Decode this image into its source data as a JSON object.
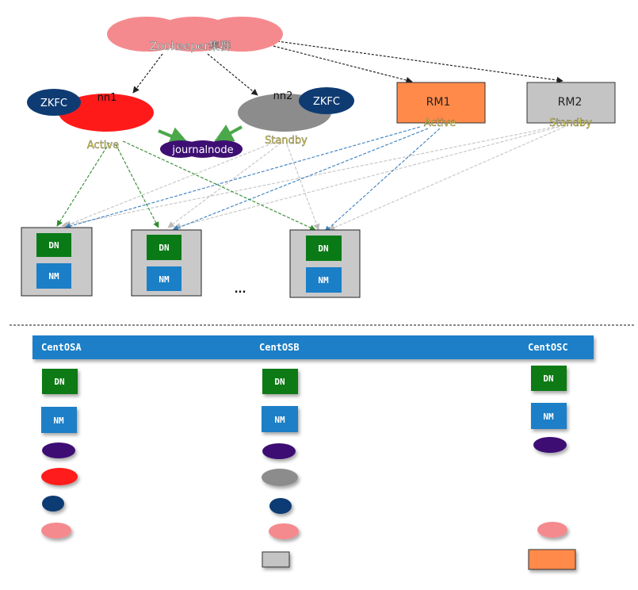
{
  "zookeeper": {
    "label": "Zookeeper集群",
    "color": "#f58a8e"
  },
  "nn1": {
    "name": "nn1",
    "state": "Active",
    "color": "#ff1a1a"
  },
  "nn2": {
    "name": "nn2",
    "state": "Standby",
    "color": "#8c8c8c"
  },
  "zkfc": {
    "label": "ZKFC",
    "color": "#0f3b73"
  },
  "journalnode": {
    "label": "journalnode",
    "color": "#3d0f73"
  },
  "rm1": {
    "name": "RM1",
    "state": "Active",
    "color": "#ff8a4a"
  },
  "rm2": {
    "name": "RM2",
    "state": "Standby",
    "color": "#c4c4c4"
  },
  "node_labels": {
    "dn": "DN",
    "nm": "NM"
  },
  "node_colors": {
    "dn": "#0a7a17",
    "nm": "#1a7fc7",
    "box": "#c9c9c9"
  },
  "ellipsis": "...",
  "state_text_color": "#f0e040",
  "hosts": {
    "header_color": "#1a7fc7",
    "names": [
      "CentOSA",
      "CentOSB",
      "CentOSC"
    ]
  }
}
